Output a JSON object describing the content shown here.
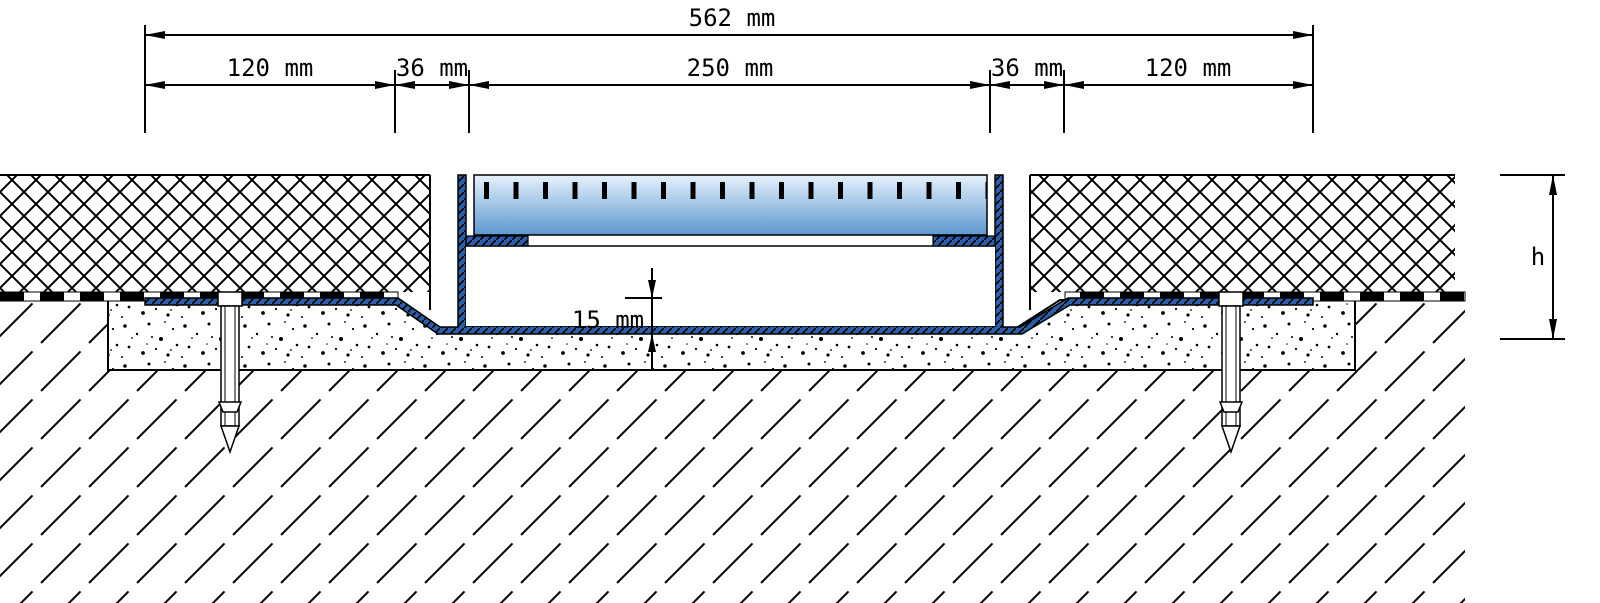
{
  "dimensions": {
    "overall": "562 mm",
    "left_flange": "120 mm",
    "left_gap": "36 mm",
    "channel": "250 mm",
    "right_gap": "36 mm",
    "right_flange": "120 mm",
    "depth": "15 mm",
    "height": "h"
  },
  "colors": {
    "steel_blue": "#2c5ea8",
    "grate_light": "#e6f2fc",
    "grate_dark": "#5c97d0",
    "line": "#000000"
  }
}
